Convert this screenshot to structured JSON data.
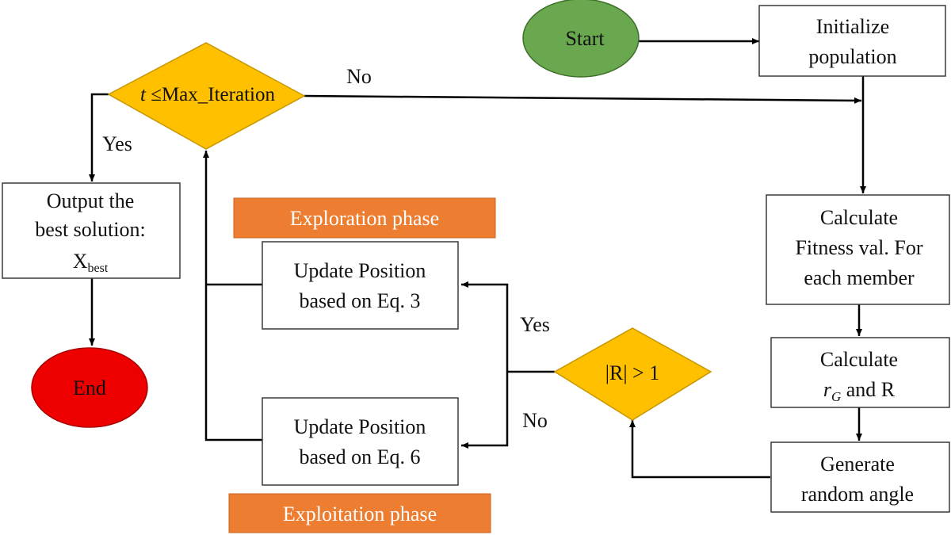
{
  "colors": {
    "start": "#6aa84f",
    "end": "#ee0000",
    "decision": "#ffc000",
    "phase_banner": "#ed7d31"
  },
  "nodes": {
    "start": "Start",
    "init_line1": "Initialize",
    "init_line2": "population",
    "fitness_line1": "Calculate",
    "fitness_line2": "Fitness val. For",
    "fitness_line3": "each member",
    "calc_line1": "Calculate",
    "calc_line2_var": "r",
    "calc_line2_sub": "G",
    "calc_line2_rest": " and R",
    "gen_line1": "Generate",
    "gen_line2": "random angle",
    "cond_r": "|R| > 1",
    "cond_t_var": "t",
    "cond_t_rest": " ≤Max_Iteration",
    "upd1_line1": "Update Position",
    "upd1_line2": "based on Eq. 3",
    "upd2_line1": "Update Position",
    "upd2_line2": "based on Eq. 6",
    "output_line1": "Output the",
    "output_line2": "best solution:",
    "output_line3_main": "X",
    "output_line3_sub": "best",
    "end": "End"
  },
  "phases": {
    "exploration": "Exploration phase",
    "exploitation": "Exploitation phase"
  },
  "edge_labels": {
    "no_top": "No",
    "yes_left": "Yes",
    "yes_right": "Yes",
    "no_right": "No"
  }
}
